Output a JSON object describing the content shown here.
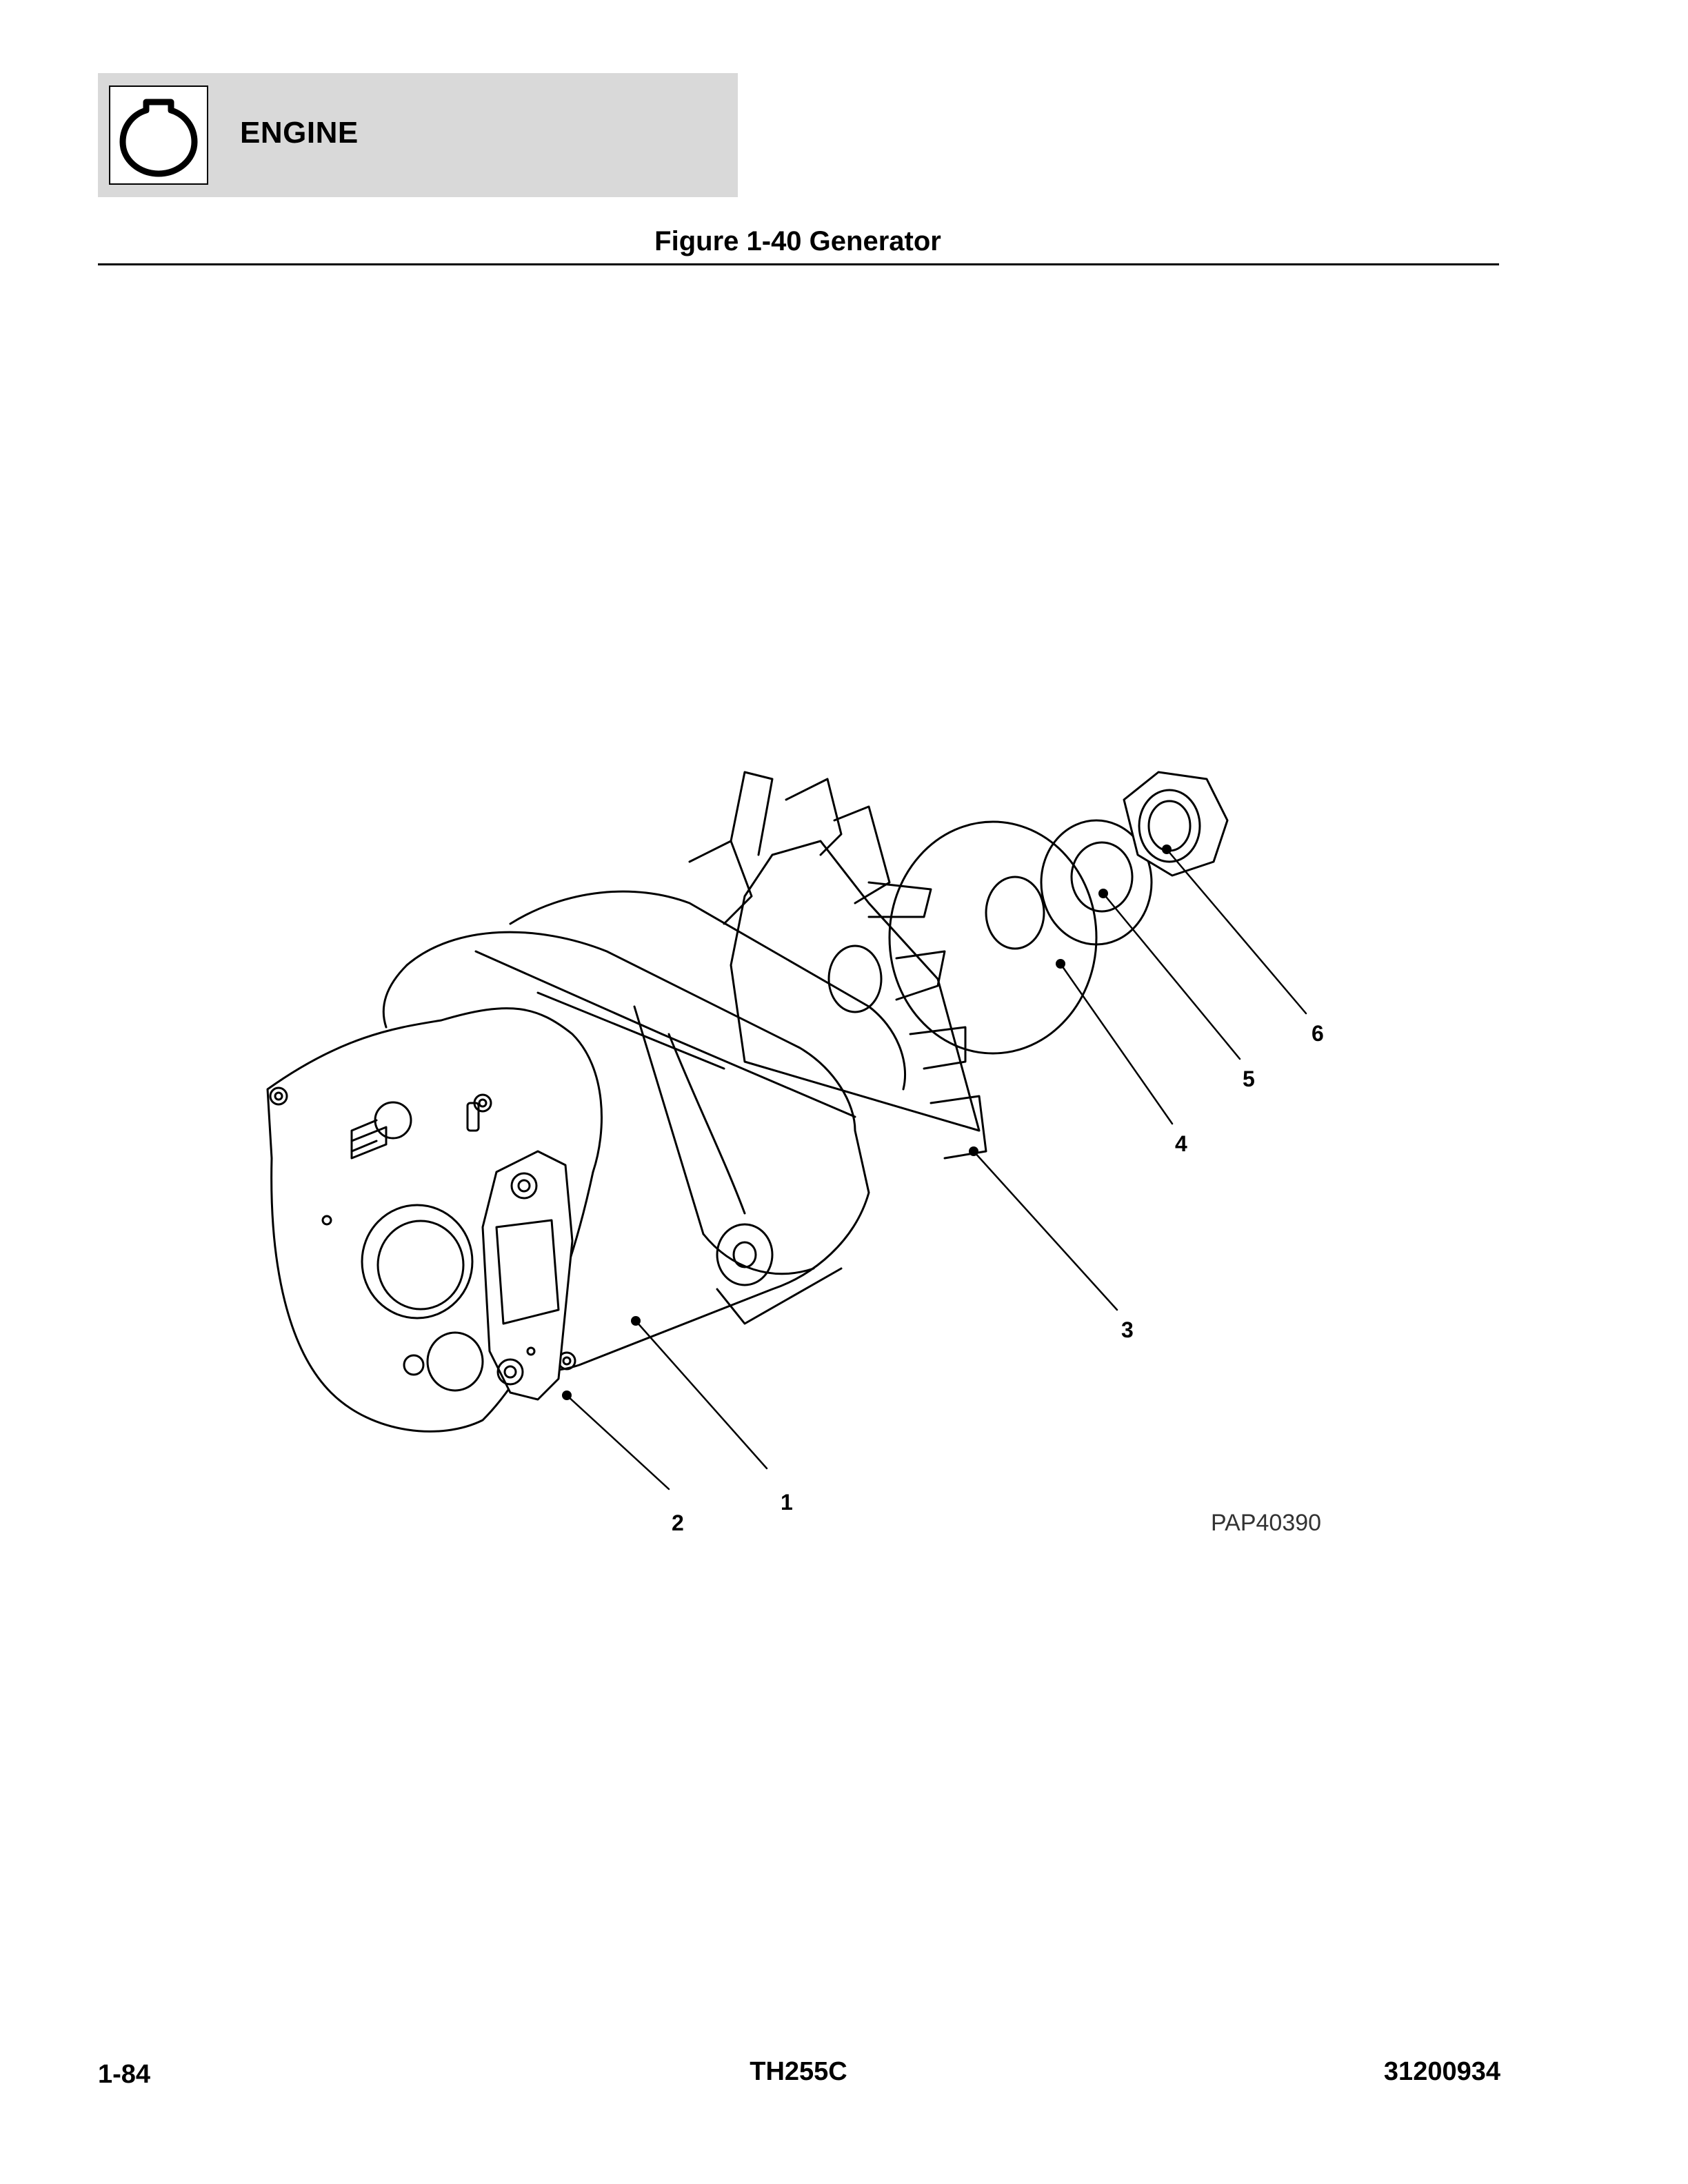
{
  "header": {
    "section_title": "ENGINE",
    "icon": "engine-icon"
  },
  "figure": {
    "caption": "Figure 1-40 Generator",
    "code": "PAP40390",
    "callouts": [
      "1",
      "2",
      "3",
      "4",
      "5",
      "6"
    ]
  },
  "footer": {
    "page_number": "1-84",
    "model": "TH255C",
    "doc_number": "31200934"
  }
}
